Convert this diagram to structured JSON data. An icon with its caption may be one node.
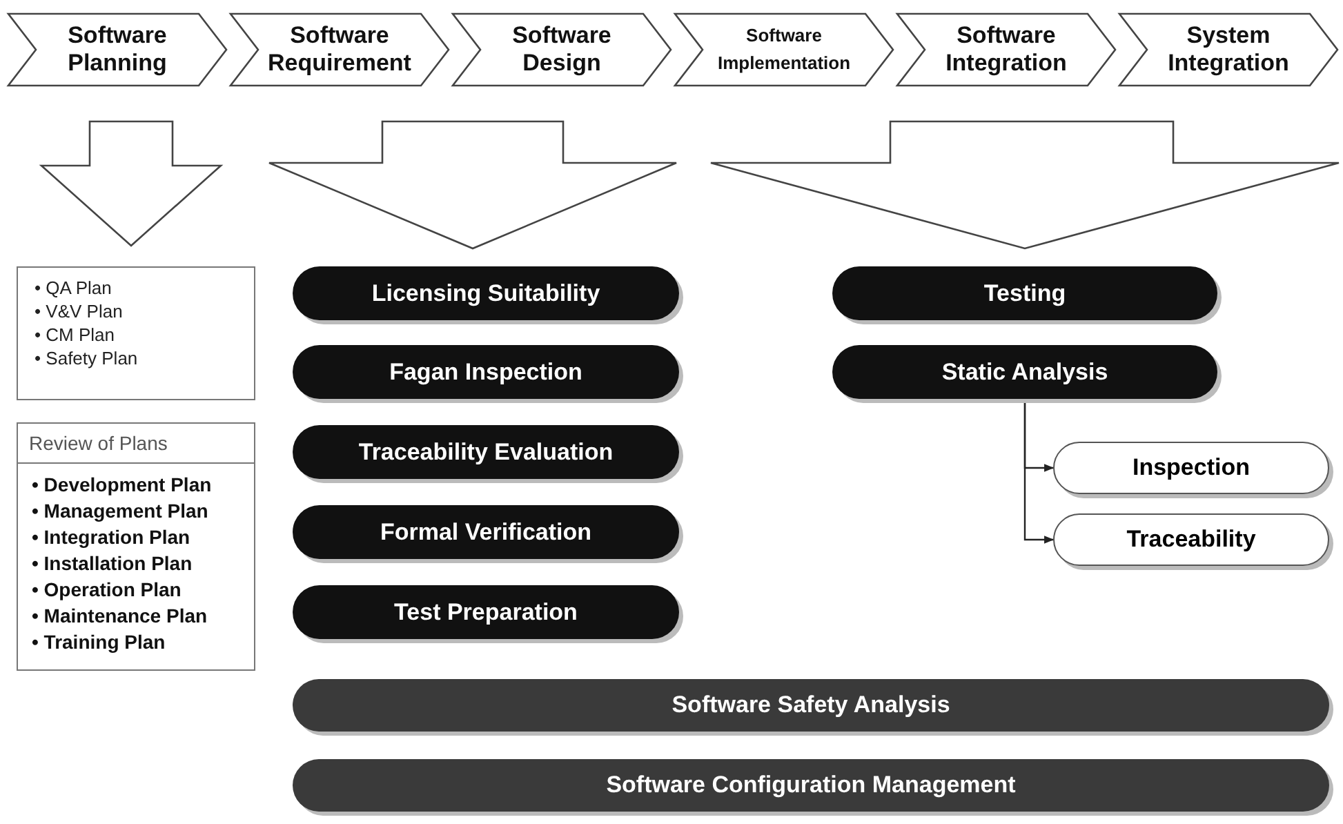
{
  "diagram": {
    "nodes": [
      {
        "text": [
          "Software Planning"
        ]
      },
      {
        "text": [
          "Software Requirement"
        ]
      },
      {
        "text": [
          "Software Design"
        ]
      },
      {
        "text": [
          "Software Implementation"
        ]
      },
      {
        "text": [
          "Software Integration"
        ]
      },
      {
        "text": [
          "System Integration"
        ]
      },
      {
        "text": [
          "• QA Plan",
          "• V&V Plan",
          "• CM Plan",
          "• Safety Plan"
        ]
      },
      {
        "text": [
          "Review of Plans",
          "• Development Plan",
          "• Management Plan",
          "• Integration Plan",
          "• Installation Plan",
          "• Operation Plan",
          "• Maintenance Plan",
          "• Training Plan"
        ]
      },
      {
        "text": [
          "Licensing Suitability"
        ]
      },
      {
        "text": [
          "Fagan Inspection"
        ]
      },
      {
        "text": [
          "Traceability Evaluation"
        ]
      },
      {
        "text": [
          "Formal Verification"
        ]
      },
      {
        "text": [
          "Test Preparation"
        ]
      },
      {
        "text": [
          "Testing"
        ]
      },
      {
        "text": [
          "Static Analysis"
        ]
      },
      {
        "text": [
          "Inspection"
        ]
      },
      {
        "text": [
          "Traceability"
        ]
      },
      {
        "text": [
          "Software Safety Analysis"
        ]
      },
      {
        "text": [
          "Software Configuration Management"
        ]
      }
    ],
    "edges": [
      {
        "from": 0,
        "to": 6,
        "arrow": "to",
        "style": "thick"
      },
      {
        "from": 1,
        "to": 8,
        "arrow": "to",
        "style": "thick"
      },
      {
        "from": 2,
        "to": 8,
        "arrow": "to",
        "style": "thick"
      },
      {
        "from": 3,
        "to": 13,
        "arrow": "to",
        "style": "thick"
      },
      {
        "from": 4,
        "to": 13,
        "arrow": "to",
        "style": "thick"
      },
      {
        "from": 5,
        "to": 13,
        "arrow": "to",
        "style": "thick"
      },
      {
        "from": 14,
        "to": 15,
        "arrow": "to"
      },
      {
        "from": 14,
        "to": 16,
        "arrow": "to"
      }
    ]
  }
}
